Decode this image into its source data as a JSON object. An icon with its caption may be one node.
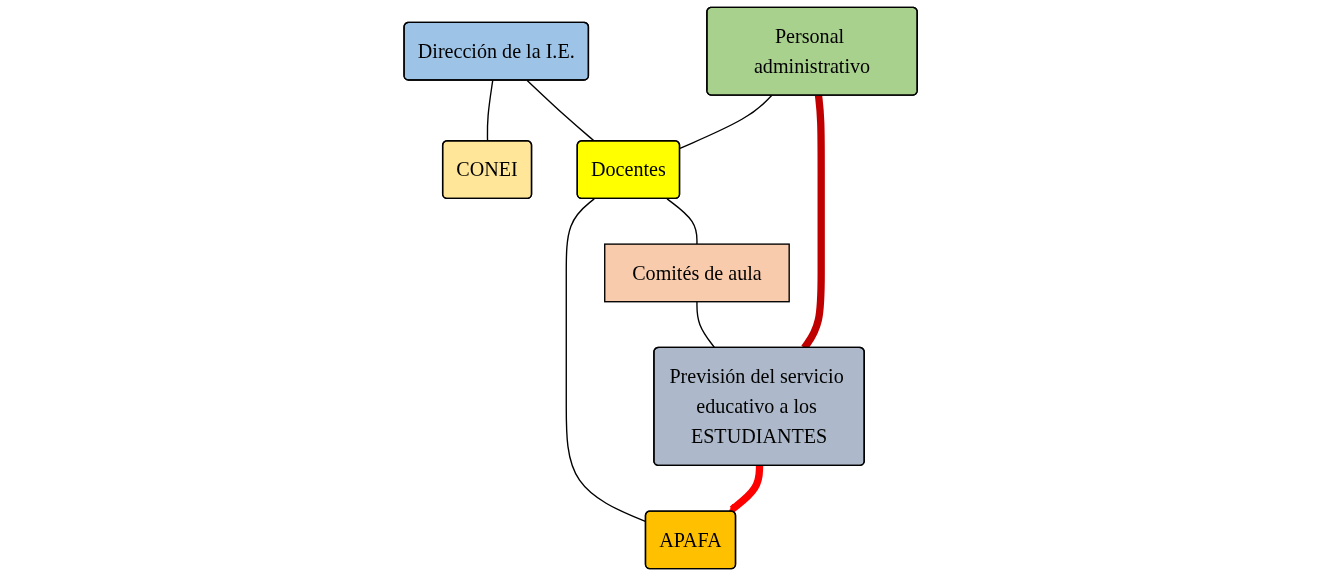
{
  "diagram": {
    "nodes": [
      {
        "text": [
          "Dirección de la I.E."
        ]
      },
      {
        "text": [
          "CONEI"
        ]
      },
      {
        "text": [
          "Personal administrativo"
        ]
      },
      {
        "text": [
          "Docentes"
        ]
      },
      {
        "text": [
          "APAFA"
        ]
      },
      {
        "text": [
          "Comités de aula"
        ]
      },
      {
        "text": [
          "Previsión del servicio educativo a los ESTUDIANTES"
        ]
      }
    ],
    "edges": [
      {
        "from": 0,
        "to": 1,
        "arrow": "none"
      },
      {
        "from": 0,
        "to": 3,
        "arrow": "none"
      },
      {
        "from": 2,
        "to": 3,
        "arrow": "none"
      },
      {
        "from": 3,
        "to": 4,
        "arrow": "none"
      },
      {
        "from": 3,
        "to": 5,
        "arrow": "none"
      },
      {
        "from": 5,
        "to": 6,
        "arrow": "none"
      },
      {
        "from": 2,
        "to": 6,
        "arrow": "none",
        "style": "thick",
        "color": "#c00000"
      },
      {
        "from": 6,
        "to": 4,
        "arrow": "to",
        "style": "thick",
        "color": "#ff0000"
      }
    ]
  }
}
